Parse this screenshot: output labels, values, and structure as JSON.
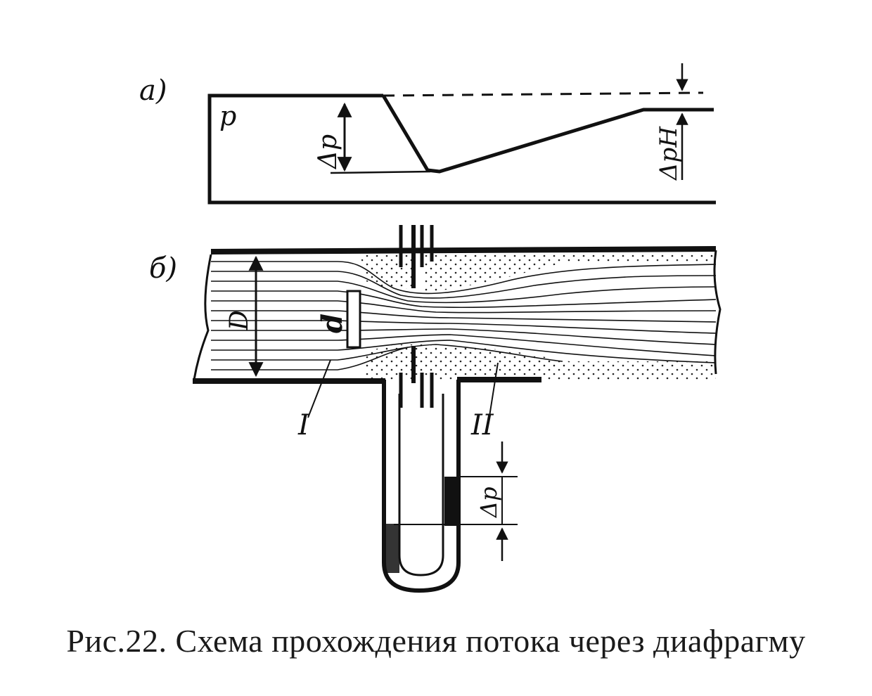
{
  "panel_a": {
    "label": "а)",
    "pressure_label": "p",
    "dp_label": "Δp",
    "dpn_label": "ΔpH"
  },
  "panel_b": {
    "label": "б)",
    "pipe_diameter_label": "D",
    "orifice_diameter_label": "d",
    "section_1_label": "I",
    "section_2_label": "II",
    "manometer_dp_label": "Δp"
  },
  "caption": "Рис.22. Схема прохождения потока через диафрагму"
}
